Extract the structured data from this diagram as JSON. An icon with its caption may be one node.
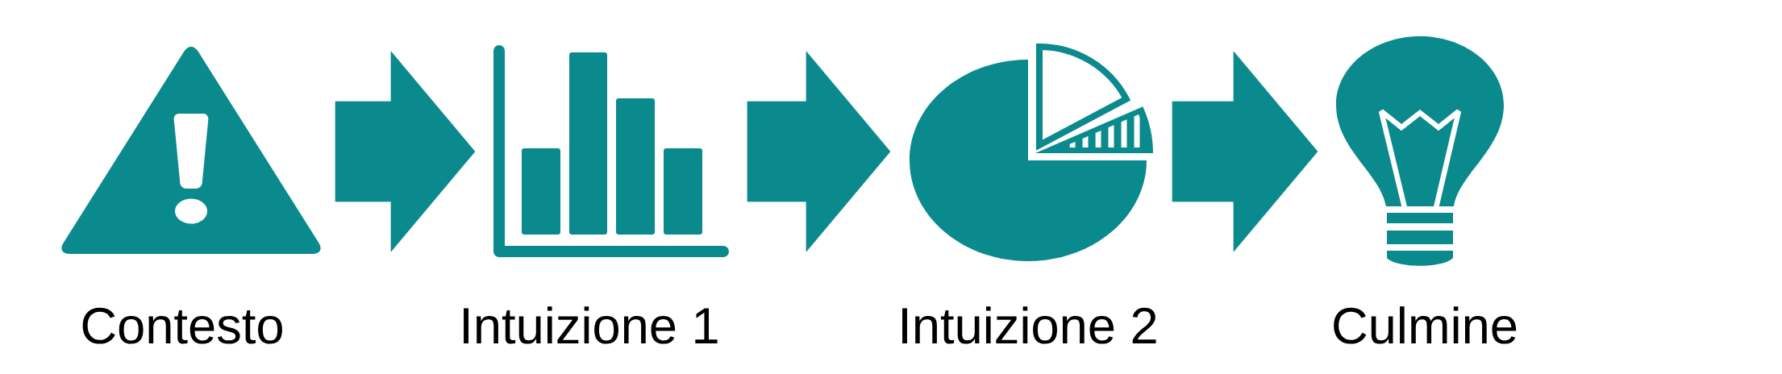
{
  "diagram": {
    "nodes": [
      {
        "text": [],
        "shape": "picture",
        "beside": [
          "Contesto"
        ]
      },
      {
        "text": [],
        "shape": "picture",
        "beside": [
          "Intuizione 1"
        ]
      },
      {
        "text": [],
        "shape": "picture",
        "beside": [
          "Intuizione 2"
        ]
      },
      {
        "text": [],
        "shape": "picture",
        "beside": [
          "Culmine"
        ]
      }
    ],
    "edges": [
      {
        "from": 0,
        "to": 1,
        "arrow": "to"
      },
      {
        "from": 1,
        "to": 2,
        "arrow": "to"
      },
      {
        "from": 2,
        "to": 3,
        "arrow": "to"
      }
    ]
  }
}
